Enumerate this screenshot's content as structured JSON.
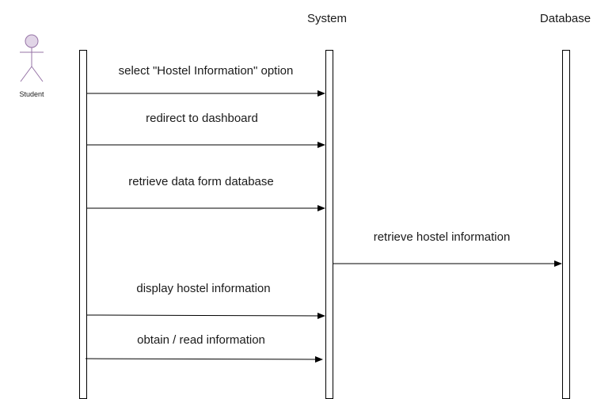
{
  "actors": [
    {
      "id": "student",
      "label": "Student",
      "color": "#e1d5e7",
      "stroke": "#9673a6"
    },
    {
      "id": "system",
      "label": "System"
    },
    {
      "id": "database",
      "label": "Database"
    }
  ],
  "messages": [
    {
      "label": "select \"Hostel Information\" option"
    },
    {
      "label": "redirect to dashboard"
    },
    {
      "label": "retrieve data form database"
    },
    {
      "label": "retrieve hostel information"
    },
    {
      "label": "display hostel information"
    },
    {
      "label": "obtain / read information"
    }
  ]
}
